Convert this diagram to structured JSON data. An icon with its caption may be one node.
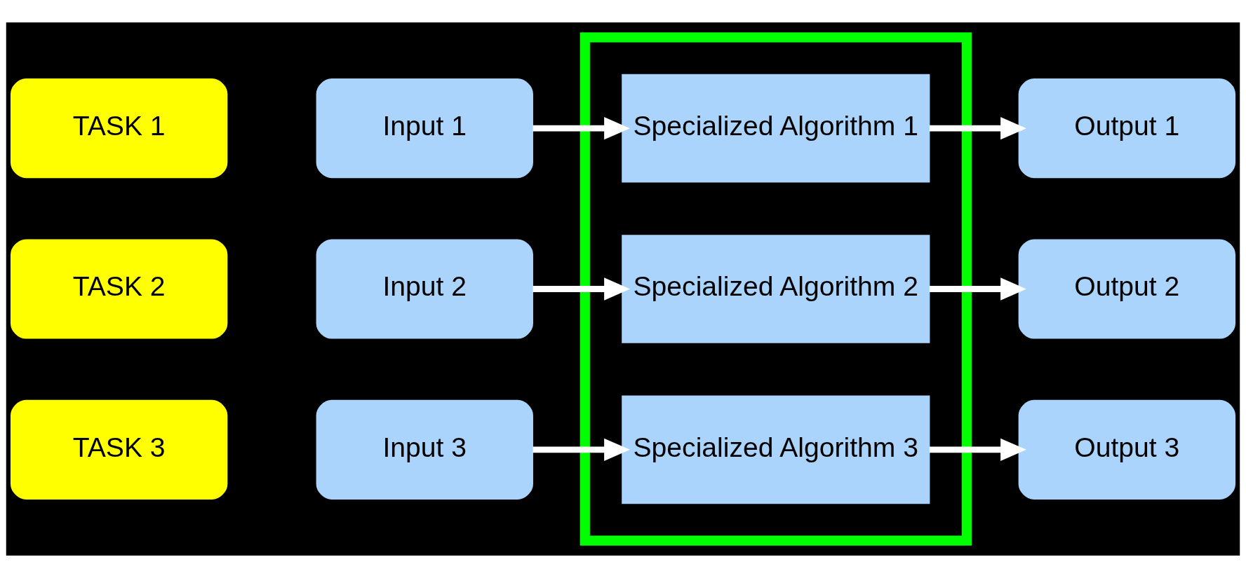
{
  "diagram": {
    "nodes": [
      {
        "text": [
          "TASK 1"
        ]
      },
      {
        "text": [
          "Input 1"
        ]
      },
      {
        "text": [],
        "shape": "box"
      },
      {
        "text": [
          "Specialized Algorithm 1"
        ],
        "in": 2
      },
      {
        "text": [
          "Output 1"
        ]
      },
      {
        "text": [
          "TASK 2"
        ]
      },
      {
        "text": [
          "Input 2"
        ]
      },
      {
        "text": [
          "Specialized Algorithm 2"
        ],
        "in": 2
      },
      {
        "text": [
          "Output 2"
        ]
      },
      {
        "text": [
          "TASK 3"
        ]
      },
      {
        "text": [
          "Input 3"
        ]
      },
      {
        "text": [
          "Specialized Algorithm 3"
        ],
        "in": 2
      },
      {
        "text": [
          "Output 3"
        ]
      }
    ],
    "edges": [
      {
        "from": 1,
        "to": 3,
        "arrow": "to"
      },
      {
        "from": 3,
        "to": 4,
        "arrow": "to"
      },
      {
        "from": 6,
        "to": 7,
        "arrow": "to"
      },
      {
        "from": 7,
        "to": 8,
        "arrow": "to"
      },
      {
        "from": 10,
        "to": 11,
        "arrow": "to"
      },
      {
        "from": 11,
        "to": 12,
        "arrow": "to"
      }
    ]
  }
}
